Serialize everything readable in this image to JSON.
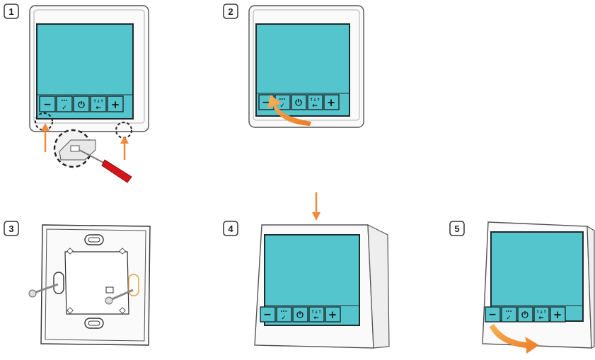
{
  "steps": [
    {
      "number": "1"
    },
    {
      "number": "2"
    },
    {
      "number": "3"
    },
    {
      "number": "4"
    },
    {
      "number": "5"
    }
  ],
  "buttons": {
    "minus": "−",
    "menu_dots": "•••",
    "menu_check": "✓",
    "power": "⏻",
    "mode_arrows": "↑↓↑",
    "mode_back": "←",
    "plus": "+"
  },
  "colors": {
    "screen": "#55c5cd",
    "screen_border": "#1f2a2e",
    "arrow_orange": "#f08a3a",
    "screwdriver_red": "#d4151b",
    "outline": "#3a3a3a"
  },
  "icons": [
    "minus-icon",
    "menu-check-icon",
    "power-icon",
    "mode-back-icon",
    "plus-icon",
    "arrow-up-icon",
    "arrow-down-icon",
    "curved-arrow-icon",
    "screwdriver-icon",
    "screw-icon"
  ]
}
